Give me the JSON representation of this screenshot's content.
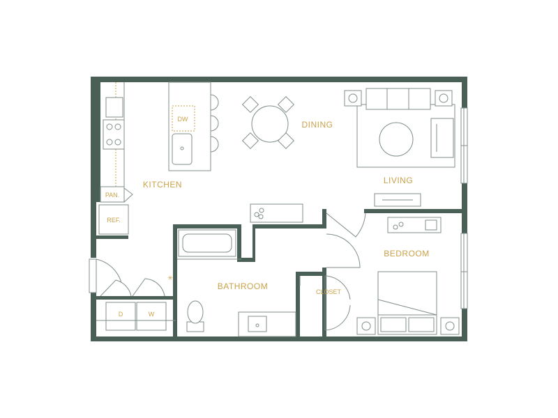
{
  "colors": {
    "wall": "#4a5f56",
    "line": "#7f8e88",
    "label": "#c9a24a",
    "background": "#ffffff"
  },
  "rooms": {
    "kitchen": "KITCHEN",
    "dining": "DINING",
    "living": "LIVING",
    "bathroom": "BATHROOM",
    "bedroom": "BEDROOM",
    "closet": "CLOSET"
  },
  "fixtures": {
    "dishwasher": "DW",
    "pantry": "PAN.",
    "refrigerator": "REF.",
    "dryer": "D",
    "washer": "W"
  }
}
